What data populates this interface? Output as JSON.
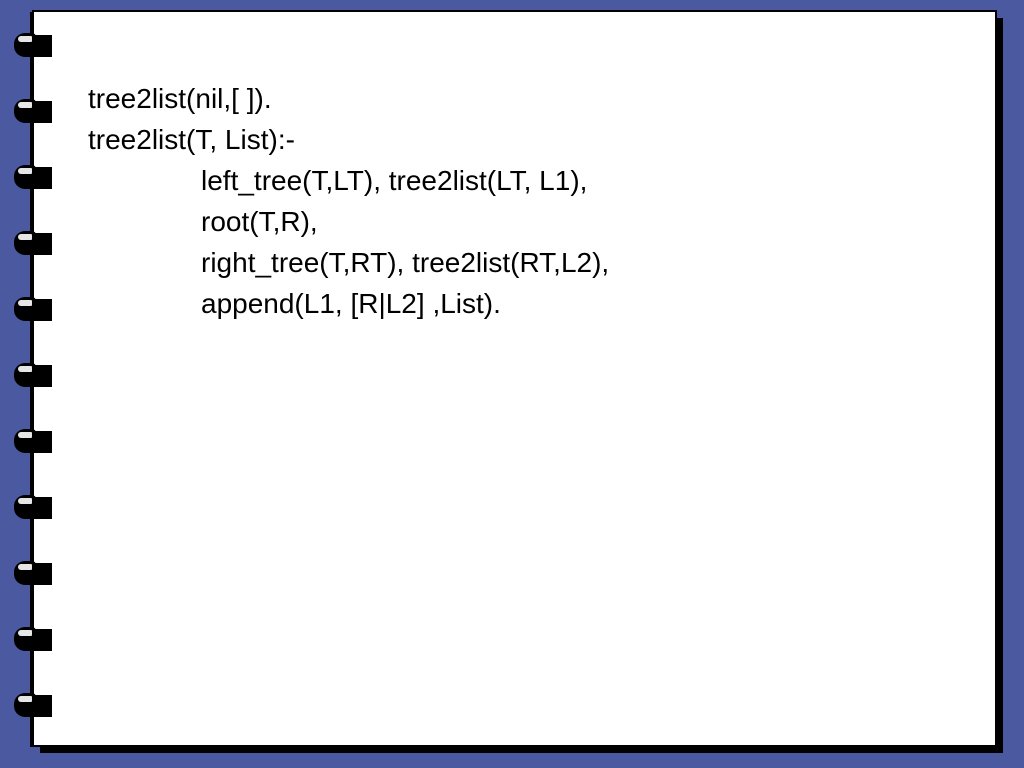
{
  "slide": {
    "lines": [
      {
        "text": "tree2list(nil,[ ]).",
        "indent": 0
      },
      {
        "text": "tree2list(T, List):-",
        "indent": 0
      },
      {
        "text": "left_tree(T,LT), tree2list(LT, L1),",
        "indent": 1
      },
      {
        "text": "root(T,R),",
        "indent": 1
      },
      {
        "text": "right_tree(T,RT), tree2list(RT,L2),",
        "indent": 1
      },
      {
        "text": "append(L1, [R|L2] ,List).",
        "indent": 1
      }
    ]
  },
  "colors": {
    "background": "#4a59a0",
    "paper": "#ffffff",
    "ink": "#000000"
  },
  "decor": {
    "binder_rings": 11,
    "ring_icon": "binder-ring-icon"
  }
}
